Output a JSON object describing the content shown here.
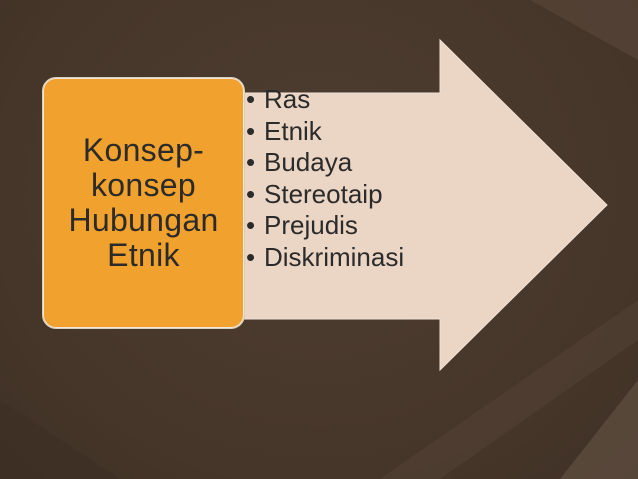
{
  "colors": {
    "background": "#4b3a2f",
    "arrow_fill": "#ebd5c5",
    "box_fill": "#f0a12e",
    "text": "#2b2b2b"
  },
  "left_box": {
    "lines": [
      "Konsep-",
      "konsep",
      "Hubungan",
      "Etnik"
    ]
  },
  "bullets": {
    "marker": "•",
    "items": [
      "Ras",
      "Etnik",
      "Budaya",
      "Stereotaip",
      "Prejudis",
      "Diskriminasi"
    ]
  }
}
